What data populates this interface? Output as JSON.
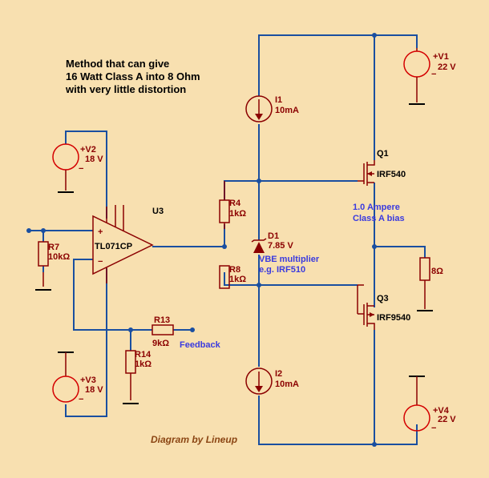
{
  "annotations": {
    "method_line1": "Method that can give",
    "method_line2": "16 Watt Class A into 8 Ohm",
    "method_line3": "with very little distortion",
    "bias_line1": "1.0 Ampere",
    "bias_line2": "Class A bias",
    "vbe_line1": "VBE multiplier",
    "vbe_line2": "e.g. IRF510",
    "feedback": "Feedback",
    "credit": "Diagram by Lineup"
  },
  "components": {
    "v1": {
      "name": "+V1",
      "value": "22 V"
    },
    "v2": {
      "name": "+V2",
      "value": "18 V"
    },
    "v3": {
      "name": "+V3",
      "value": "18 V"
    },
    "v4": {
      "name": "+V4",
      "value": "22 V"
    },
    "i1": {
      "name": "I1",
      "value": "10mA"
    },
    "i2": {
      "name": "I2",
      "value": "10mA"
    },
    "q1": {
      "name": "Q1",
      "value": "IRF540"
    },
    "q3": {
      "name": "Q3",
      "value": "IRF9540"
    },
    "u3": {
      "name": "U3",
      "value": "TL071CP"
    },
    "r4": {
      "name": "R4",
      "value": "1kΩ"
    },
    "r8": {
      "name": "R8",
      "value": "1kΩ"
    },
    "r7": {
      "name": "R7",
      "value": "10kΩ"
    },
    "r13": {
      "name": "R13",
      "value": "9kΩ"
    },
    "r14": {
      "name": "R14",
      "value": "1kΩ"
    },
    "rl": {
      "value": "8Ω"
    },
    "d1": {
      "name": "D1",
      "value": "7.85 V"
    }
  },
  "symbols": {
    "plus": "+",
    "minus": "−"
  }
}
